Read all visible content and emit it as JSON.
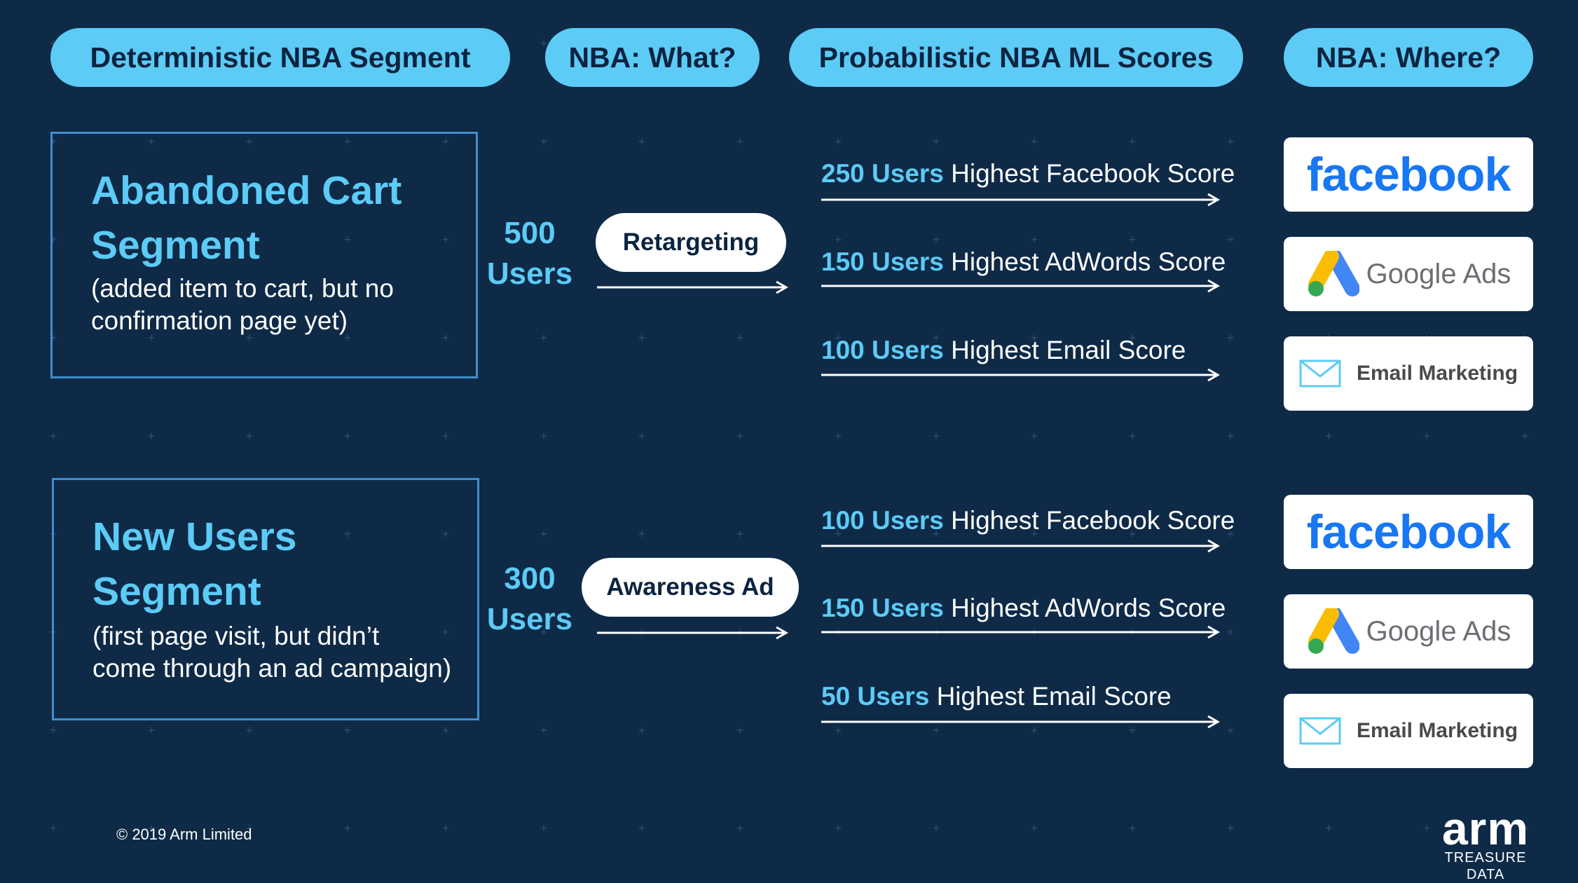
{
  "headers": {
    "segment": "Deterministic NBA Segment",
    "what": "NBA: What?",
    "scores": "Probabilistic NBA ML Scores",
    "where": "NBA: Where?"
  },
  "segments": [
    {
      "title_line1": "Abandoned Cart",
      "title_line2": "Segment",
      "desc_line1": "(added item to cart, but no",
      "desc_line2": "confirmation page yet)",
      "count_number": "500",
      "count_unit": "Users",
      "action": "Retargeting",
      "scores": [
        {
          "users": "250 Users",
          "label": "Highest Facebook Score"
        },
        {
          "users": "150 Users",
          "label": "Highest AdWords Score"
        },
        {
          "users": "100 Users",
          "label": "Highest Email Score"
        }
      ]
    },
    {
      "title_line1": "New Users",
      "title_line2": "Segment",
      "desc_line1": "(first page visit, but didn’t",
      "desc_line2": "come through an ad campaign)",
      "count_number": "300",
      "count_unit": "Users",
      "action": "Awareness Ad",
      "scores": [
        {
          "users": "100 Users",
          "label": "Highest Facebook Score"
        },
        {
          "users": "150 Users",
          "label": "Highest AdWords Score"
        },
        {
          "users": "50 Users",
          "label": "Highest Email Score"
        }
      ]
    }
  ],
  "channels": {
    "facebook": "facebook",
    "google_ads": "Google Ads",
    "email": "Email Marketing"
  },
  "footer": {
    "copyright": "© 2019 Arm Limited",
    "logo_main": "arm",
    "logo_sub": "TREASURE DATA"
  },
  "colors": {
    "background": "#0e2a47",
    "accent": "#5ccbf6",
    "box_border": "#3e8fcc",
    "facebook_blue": "#1877f2"
  }
}
